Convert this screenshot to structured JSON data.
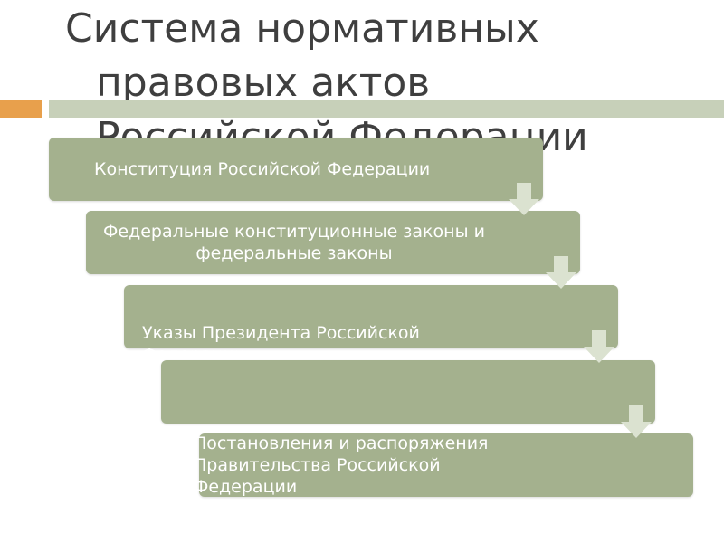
{
  "title": {
    "line1": "Система нормативных",
    "line2": "правовых актов",
    "line3": "Российской Федерации"
  },
  "steps": [
    {
      "text": "Конституция Российской Федерации"
    },
    {
      "text": "Федеральные конституционные законы и федеральные законы"
    },
    {
      "text": "Указы Президента Российской Федерации"
    },
    {
      "text": "Постановления и распоряжения Правительства Российской Федерации"
    }
  ],
  "colors": {
    "box": "#a4b18e",
    "accent": "#e8a04c",
    "rule": "#c7d0b9",
    "arrow": "#dbe2d0"
  }
}
